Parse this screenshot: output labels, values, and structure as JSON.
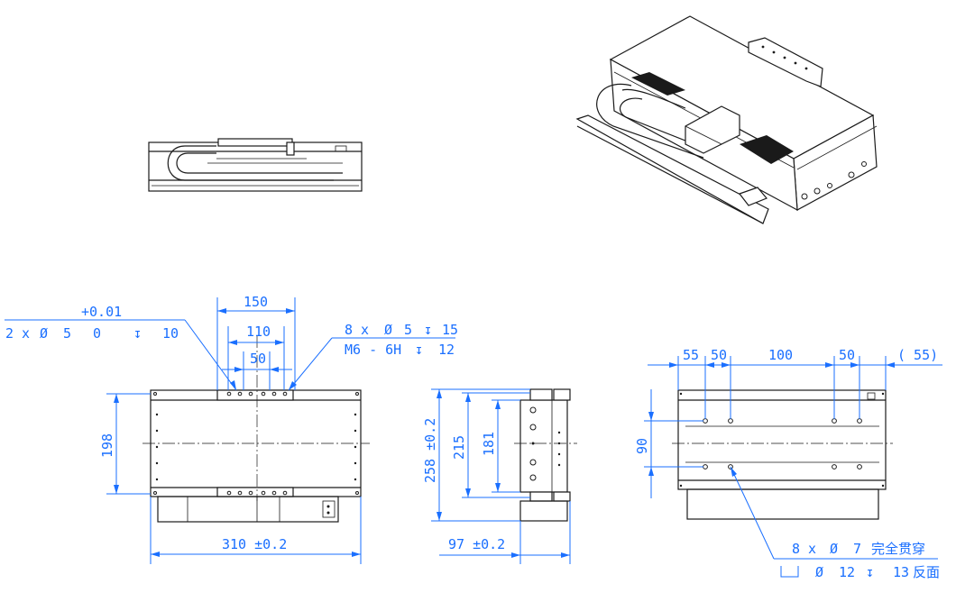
{
  "top_view": {
    "tol_upper": "+0.01",
    "tol_lower": "0",
    "hole_spec": "2 x",
    "hole_dia": "5",
    "hole_depth": "10",
    "dim_150": "150",
    "dim_110": "110",
    "dim_50": "50",
    "thread_count": "8 x",
    "thread_dia": "5",
    "thread_depth": "15",
    "thread_spec": "M6 - 6H",
    "thread_spec_depth": "12",
    "dim_198": "198",
    "dim_310": "310 ±0.2"
  },
  "side_view": {
    "dim_258": "258 ±0.2",
    "dim_215": "215",
    "dim_181": "181",
    "dim_97": "97 ±0.2"
  },
  "bottom_view": {
    "dim_55a": "55",
    "dim_50a": "50",
    "dim_100": "100",
    "dim_50b": "50",
    "dim_55b": "( 55)",
    "dim_90": "90",
    "hole_count": "8 x",
    "hole_dia": "7",
    "hole_note": "完全贯穿",
    "cb_dia": "12",
    "cb_depth": "13",
    "cb_note": "反面"
  },
  "symbols": {
    "diameter": "Ø",
    "depth": "↧"
  }
}
